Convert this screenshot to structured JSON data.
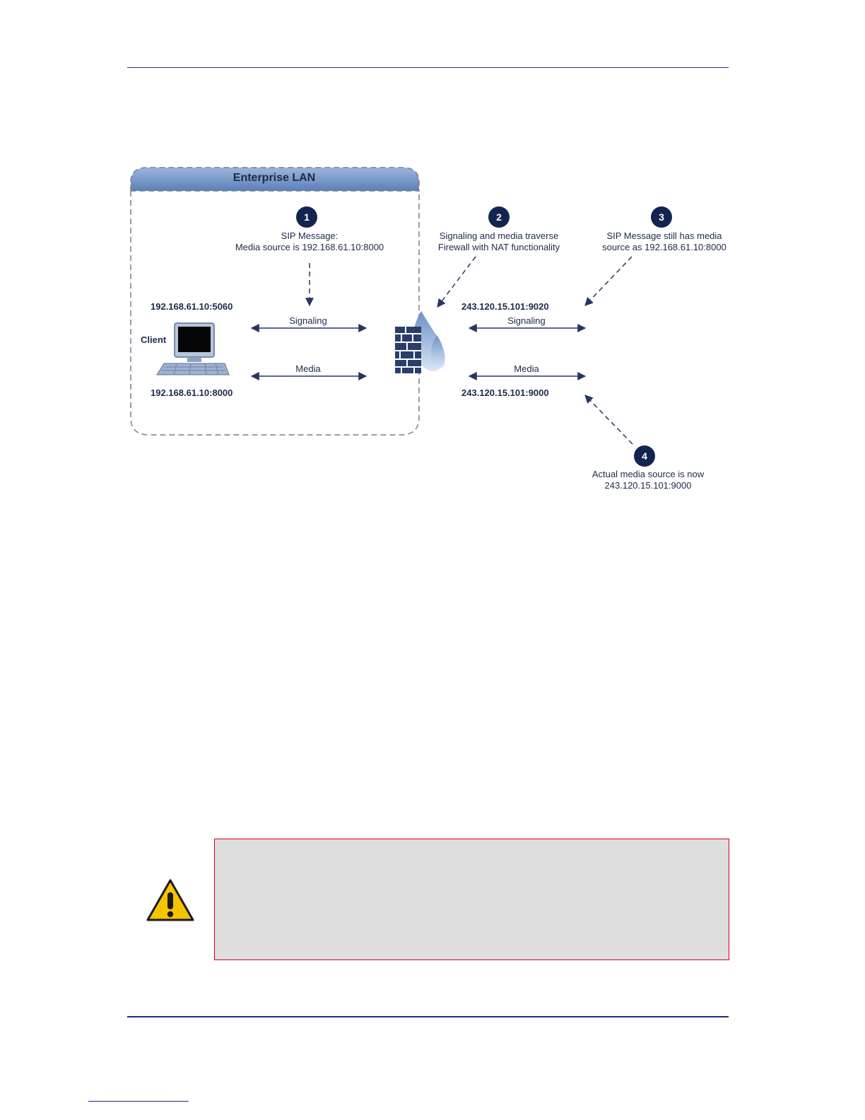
{
  "diagram": {
    "lan_title": "Enterprise LAN",
    "client_label": "Client",
    "client_signaling_addr": "192.168.61.10:5060",
    "client_media_addr": "192.168.61.10:8000",
    "public_signaling_addr": "243.120.15.101:9020",
    "public_media_addr": "243.120.15.101:9000",
    "left_signaling_label": "Signaling",
    "left_media_label": "Media",
    "right_signaling_label": "Signaling",
    "right_media_label": "Media",
    "steps": [
      {
        "number": "1",
        "line1": "SIP Message:",
        "line2": "Media source is 192.168.61.10:8000"
      },
      {
        "number": "2",
        "line1": "Signaling and media traverse",
        "line2": "Firewall with NAT functionality"
      },
      {
        "number": "3",
        "line1": "SIP Message still has media",
        "line2": "source as 192.168.61.10:8000"
      },
      {
        "number": "4",
        "line1": "Actual media source is now",
        "line2": "243.120.15.101:9000"
      }
    ],
    "colors": {
      "navy": "#13254f",
      "lan_header": "#6f93c4",
      "arrow": "#2a3560"
    }
  },
  "note": {
    "icon": "warning-icon",
    "border_color": "#d7001f",
    "background_color": "#dedede"
  }
}
